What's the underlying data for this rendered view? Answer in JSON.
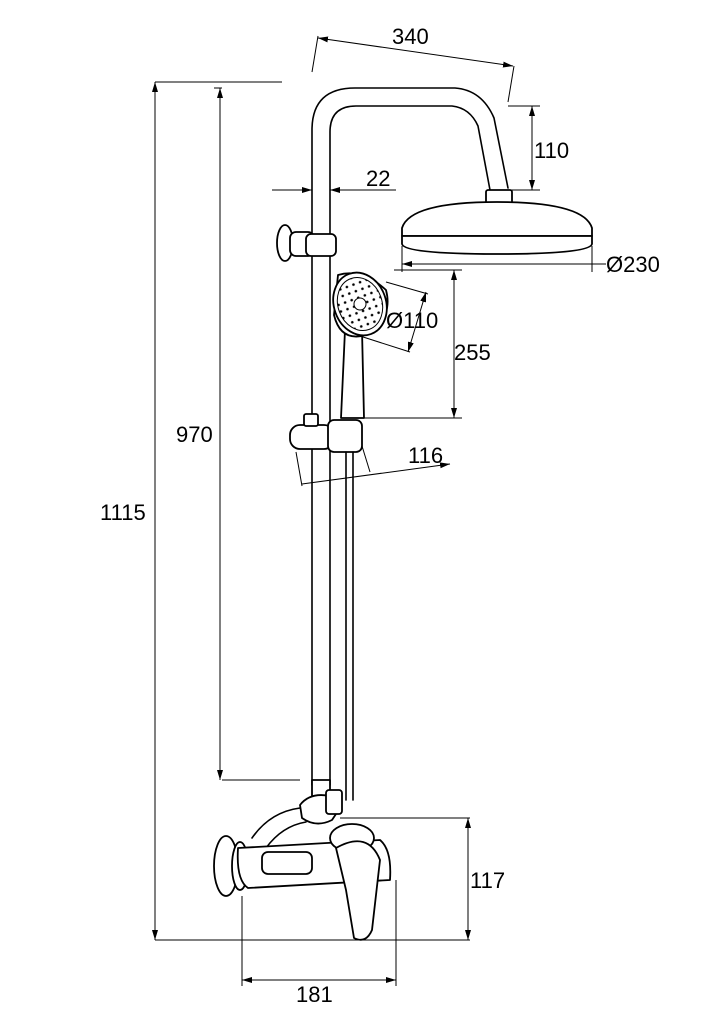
{
  "drawing": {
    "dimensions": {
      "arm_reach": "340",
      "arm_drop": "110",
      "pipe_diameter": "22",
      "head_diameter": "Ø230",
      "hand_shower_diameter": "Ø110",
      "hand_shower_height": "255",
      "slider_depth": "116",
      "rail_height": "970",
      "total_height": "1115",
      "mixer_height": "117",
      "mixer_width": "181"
    }
  }
}
